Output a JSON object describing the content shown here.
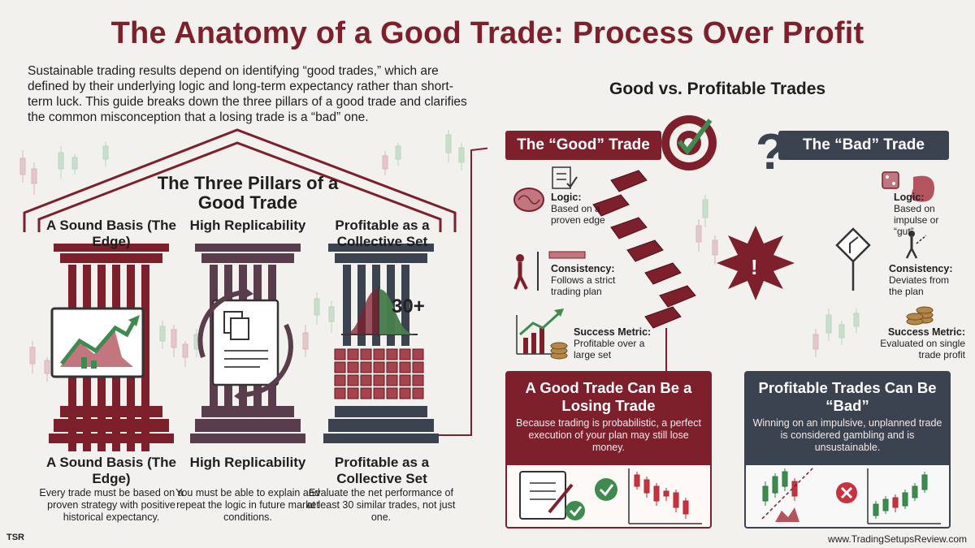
{
  "title": "The Anatomy of a Good Trade: Process Over Profit",
  "intro": "Sustainable trading results depend on identifying “good trades,” which are defined by their underlying logic and long-term expectancy rather than short-term luck. This guide breaks down the three pillars of a good trade and clarifies the common misconception that a losing trade is a “bad” one.",
  "pillars": {
    "heading": "The Three Pillars of a Good Trade",
    "items": [
      {
        "top_label": "A Sound Basis (The Edge)",
        "name": "A Sound Basis (The Edge)",
        "description": "Every trade must be based on a proven strategy with positive historical expectancy."
      },
      {
        "top_label": "High Replicability",
        "name": "High Replicability",
        "description": "You must be able to explain and repeat the logic in future market conditions."
      },
      {
        "top_label": "Profitable as a Collective Set",
        "name": "Profitable as a Collective Set",
        "description": "Evaluate the net performance of at least 30 similar trades, not just one.",
        "badge": "30+"
      }
    ]
  },
  "comparison": {
    "title": "Good vs. Profitable Trades",
    "good": {
      "banner": "The “Good” Trade",
      "logic_label": "Logic:",
      "logic_text": "Based on a proven edge",
      "consistency_label": "Consistency:",
      "consistency_text": "Follows a strict trading plan",
      "metric_label": "Success Metric:",
      "metric_text": "Profitable over a large set"
    },
    "bad": {
      "banner": "The “Bad” Trade",
      "logic_label": "Logic:",
      "logic_text": "Based on impulse or “gut”",
      "consistency_label": "Consistency:",
      "consistency_text": "Deviates from the plan",
      "metric_label": "Success Metric:",
      "metric_text": "Evaluated on single trade profit"
    }
  },
  "cards": {
    "good": {
      "title": "A Good Trade Can Be a Losing Trade",
      "description": "Because trading is probabilistic, a perfect execution of your plan may still lose money."
    },
    "bad": {
      "title": "Profitable Trades Can Be “Bad”",
      "description": "Winning on an impulsive, unplanned trade is considered gambling and is unsustainable."
    }
  },
  "footer": {
    "logo": "TSR",
    "website": "www.TradingSetupsReview.com"
  },
  "colors": {
    "maroon": "#7e1f2c",
    "slate": "#3b4350",
    "green": "#3f8a4f",
    "background": "#f3f1ee"
  }
}
